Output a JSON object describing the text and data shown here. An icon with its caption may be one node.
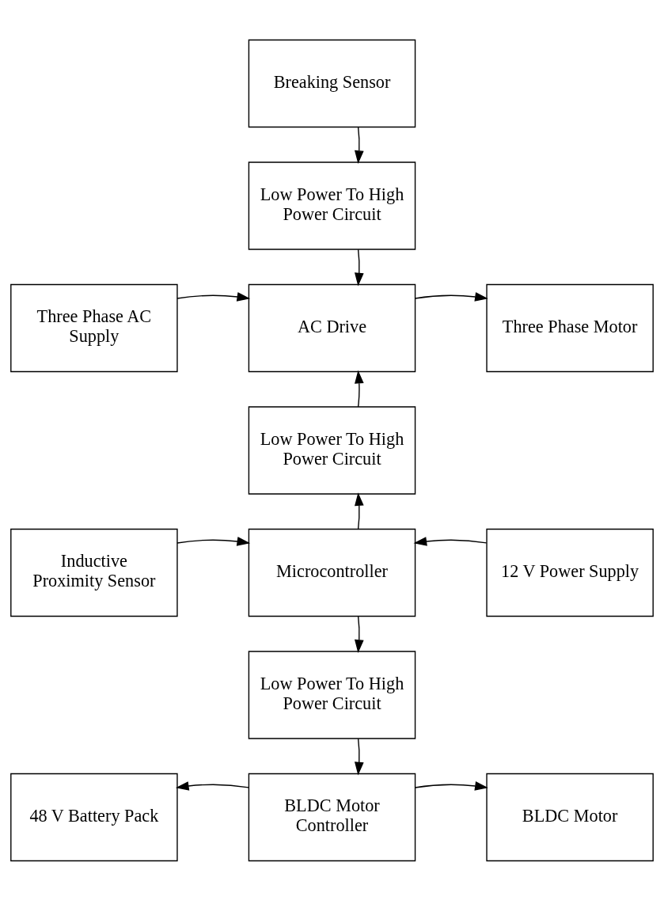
{
  "diagram": {
    "nodes": [
      {
        "text": [
          "Breaking Sensor"
        ]
      },
      {
        "text": [
          "Low Power To High Power Circuit"
        ]
      },
      {
        "text": [
          "Three Phase AC Supply"
        ]
      },
      {
        "text": [
          "AC Drive"
        ]
      },
      {
        "text": [
          "Three Phase Motor"
        ]
      },
      {
        "text": [
          "Low Power To High Power Circuit"
        ]
      },
      {
        "text": [
          "Inductive Proximity Sensor"
        ]
      },
      {
        "text": [
          "Microcontroller"
        ]
      },
      {
        "text": [
          "12 V Power Supply"
        ]
      },
      {
        "text": [
          "Low Power To High Power Circuit"
        ]
      },
      {
        "text": [
          "48 V Battery Pack"
        ]
      },
      {
        "text": [
          "BLDC Motor Controller"
        ]
      },
      {
        "text": [
          "BLDC Motor"
        ]
      }
    ],
    "edges": [
      {
        "from": 0,
        "to": 1,
        "arrow": "to"
      },
      {
        "from": 1,
        "to": 3,
        "arrow": "to"
      },
      {
        "from": 2,
        "to": 3,
        "arrow": "to"
      },
      {
        "from": 3,
        "to": 4,
        "arrow": "to"
      },
      {
        "from": 5,
        "to": 3,
        "arrow": "to"
      },
      {
        "from": 7,
        "to": 5,
        "arrow": "to"
      },
      {
        "from": 6,
        "to": 7,
        "arrow": "to"
      },
      {
        "from": 8,
        "to": 7,
        "arrow": "to"
      },
      {
        "from": 7,
        "to": 9,
        "arrow": "to"
      },
      {
        "from": 9,
        "to": 11,
        "arrow": "to"
      },
      {
        "from": 11,
        "to": 10,
        "arrow": "to"
      },
      {
        "from": 11,
        "to": 12,
        "arrow": "to"
      }
    ]
  }
}
